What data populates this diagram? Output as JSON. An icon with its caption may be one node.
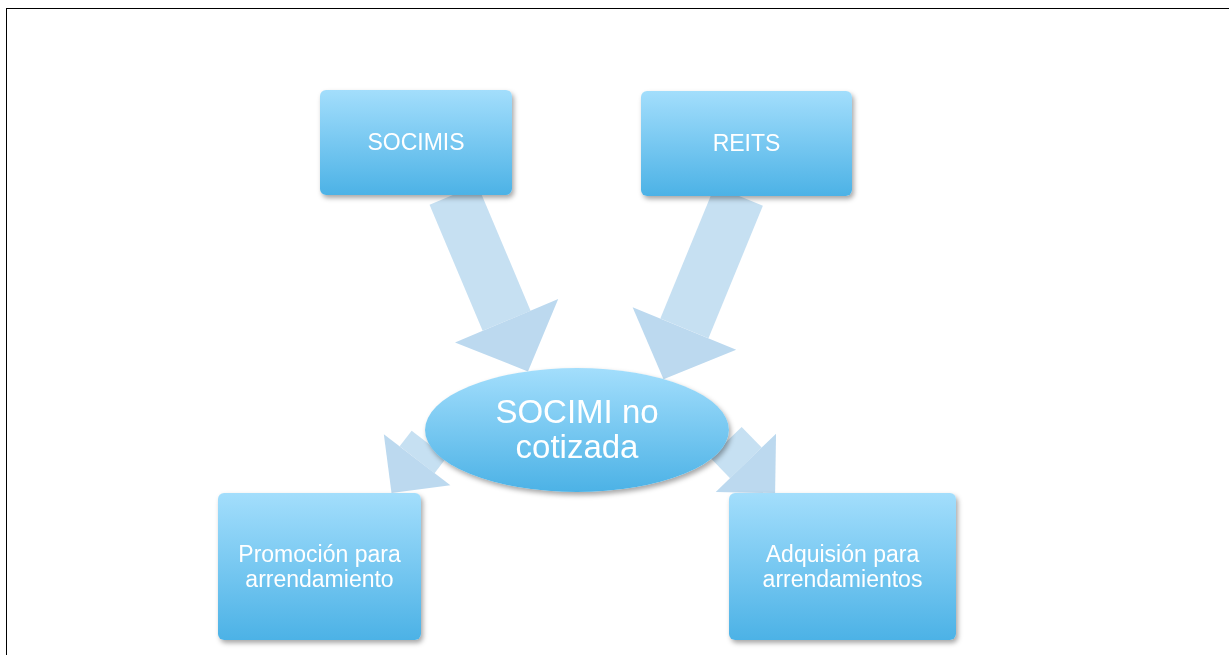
{
  "diagram": {
    "nodes": [
      {
        "text": [
          "SOCIMIS"
        ]
      },
      {
        "text": [
          "REITS"
        ]
      },
      {
        "text": [
          "SOCIMI no cotizada"
        ]
      },
      {
        "text": [
          "Promoción para arrendamiento"
        ]
      },
      {
        "text": [
          "Adquisión para arrendamientos"
        ]
      }
    ],
    "edges": [
      {
        "from": 0,
        "to": 2,
        "arrow": "to"
      },
      {
        "from": 1,
        "to": 2,
        "arrow": "to"
      },
      {
        "from": 2,
        "to": 3,
        "arrow": "to"
      },
      {
        "from": 2,
        "to": 4,
        "arrow": "to"
      }
    ]
  }
}
